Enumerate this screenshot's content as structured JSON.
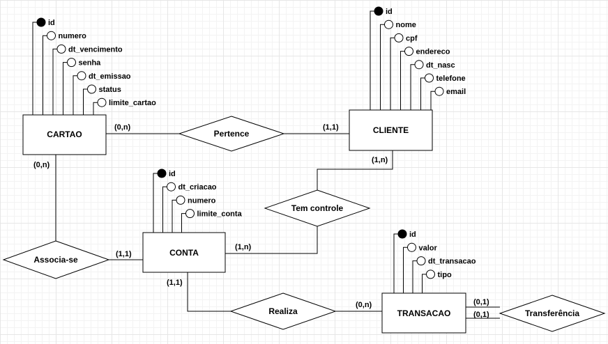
{
  "entities": {
    "cartao": {
      "name": "CARTAO",
      "attributes": [
        {
          "label": "id",
          "key": true
        },
        {
          "label": "numero",
          "key": false
        },
        {
          "label": "dt_vencimento",
          "key": false
        },
        {
          "label": "senha",
          "key": false
        },
        {
          "label": "dt_emissao",
          "key": false
        },
        {
          "label": "status",
          "key": false
        },
        {
          "label": "limite_cartao",
          "key": false
        }
      ]
    },
    "cliente": {
      "name": "CLIENTE",
      "attributes": [
        {
          "label": "id",
          "key": true
        },
        {
          "label": "nome",
          "key": false
        },
        {
          "label": "cpf",
          "key": false
        },
        {
          "label": "endereco",
          "key": false
        },
        {
          "label": "dt_nasc",
          "key": false
        },
        {
          "label": "telefone",
          "key": false
        },
        {
          "label": "email",
          "key": false
        }
      ]
    },
    "conta": {
      "name": "CONTA",
      "attributes": [
        {
          "label": "id",
          "key": true
        },
        {
          "label": "dt_criacao",
          "key": false
        },
        {
          "label": "numero",
          "key": false
        },
        {
          "label": "limite_conta",
          "key": false
        }
      ]
    },
    "transacao": {
      "name": "TRANSACAO",
      "attributes": [
        {
          "label": "id",
          "key": true
        },
        {
          "label": "valor",
          "key": false
        },
        {
          "label": "dt_transacao",
          "key": false
        },
        {
          "label": "tipo",
          "key": false
        }
      ]
    }
  },
  "relationships": {
    "pertence": "Pertence",
    "tem_controle": "Tem controle",
    "associa_se": "Associa-se",
    "realiza": "Realiza",
    "transferencia": "Transferência"
  },
  "cardinalities": {
    "cartao_pertence": "(0,n)",
    "cliente_pertence": "(1,1)",
    "cliente_tem_controle": "(1,n)",
    "conta_tem_controle": "(1,n)",
    "cartao_associa": "(0,n)",
    "conta_associa": "(1,1)",
    "conta_realiza": "(1,1)",
    "transacao_realiza": "(0,n)",
    "transacao_transf_1": "(0,1)",
    "transacao_transf_2": "(0,1)"
  }
}
